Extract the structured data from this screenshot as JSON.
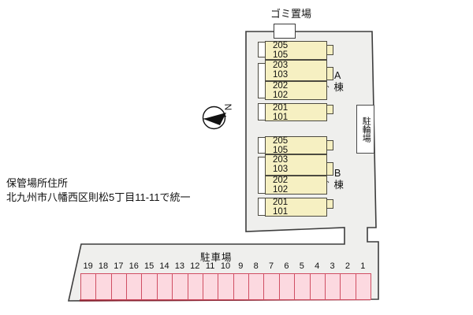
{
  "labels": {
    "garbage_area": "ゴミ置場",
    "bicycle_parking": "駐輪場",
    "compass_north": "N"
  },
  "address": {
    "line1": "保管場所住所",
    "line2": "北九州市八幡西区則松5丁目11-11で統一"
  },
  "buildings": [
    {
      "name": "A棟",
      "blocks": [
        {
          "rooms": [
            "205",
            "105"
          ]
        },
        {
          "rooms": [
            "203",
            "103"
          ]
        },
        {
          "rooms": [
            "202",
            "102"
          ]
        },
        {
          "rooms": [
            "201",
            "101"
          ]
        }
      ]
    },
    {
      "name": "B棟",
      "blocks": [
        {
          "rooms": [
            "205",
            "105"
          ]
        },
        {
          "rooms": [
            "203",
            "103"
          ]
        },
        {
          "rooms": [
            "202",
            "102"
          ]
        },
        {
          "rooms": [
            "201",
            "101"
          ]
        }
      ]
    }
  ],
  "parking": {
    "label": "駐車場",
    "stalls": [
      "19",
      "18",
      "17",
      "16",
      "15",
      "14",
      "13",
      "12",
      "11",
      "10",
      "9",
      "8",
      "7",
      "6",
      "5",
      "4",
      "3",
      "2",
      "1"
    ]
  },
  "colors": {
    "site_fill": "#efefed",
    "site_outline": "#3d3d3d",
    "building_fill": "#f6f0c2",
    "building_outline": "#4c4a40",
    "stall_fill": "#fcd9e0",
    "stall_border": "#d04f63",
    "stall_baseline": "#8a2533"
  }
}
